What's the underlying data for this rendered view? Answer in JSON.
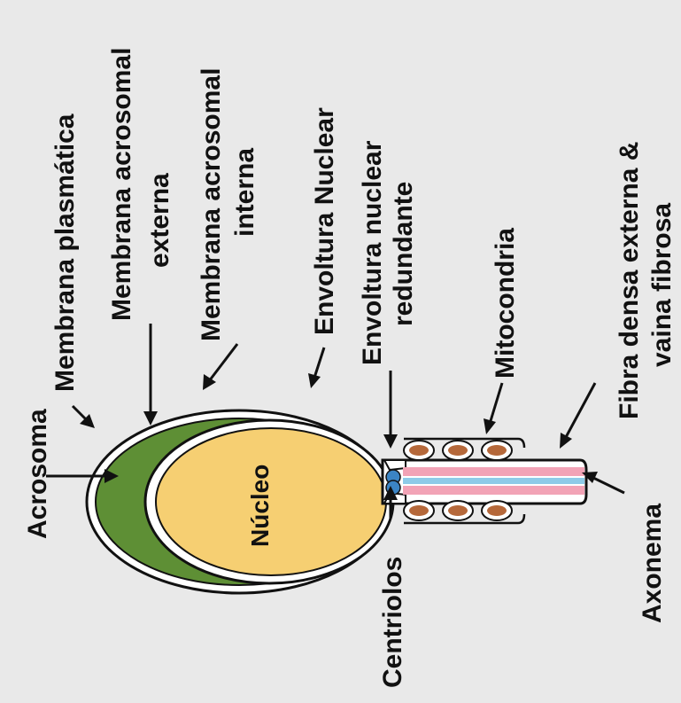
{
  "labels": {
    "acrosoma": "Acrosoma",
    "membrana_plasmatica": "Membrana plasmática",
    "membrana_acrosomal_externa_1": "Membrana acrosomal",
    "membrana_acrosomal_externa_2": "externa",
    "membrana_acrosomal_interna_1": "Membrana acrosomal",
    "membrana_acrosomal_interna_2": "interna",
    "envoltura_nuclear": "Envoltura Nuclear",
    "envoltura_redundante_1": "Envoltura nuclear",
    "envoltura_redundante_2": "redundante",
    "mitocondria": "Mitocondria",
    "fibra_1": "Fibra densa externa &",
    "fibra_2": "vaina fibrosa",
    "nucleo": "Núcleo",
    "centriolos": "Centriolos",
    "axonema": "Axonema"
  },
  "colors": {
    "background": "#e9e9e9",
    "acrosome_green": "#5e8f35",
    "nucleus_yellow": "#f6cf72",
    "membrane_white": "#ffffff",
    "centriole_blue": "#3b84c4",
    "mitochondria_brown": "#b5683a",
    "fiber_pink": "#f2a3b6",
    "axoneme_blue": "#8ecbe8"
  }
}
